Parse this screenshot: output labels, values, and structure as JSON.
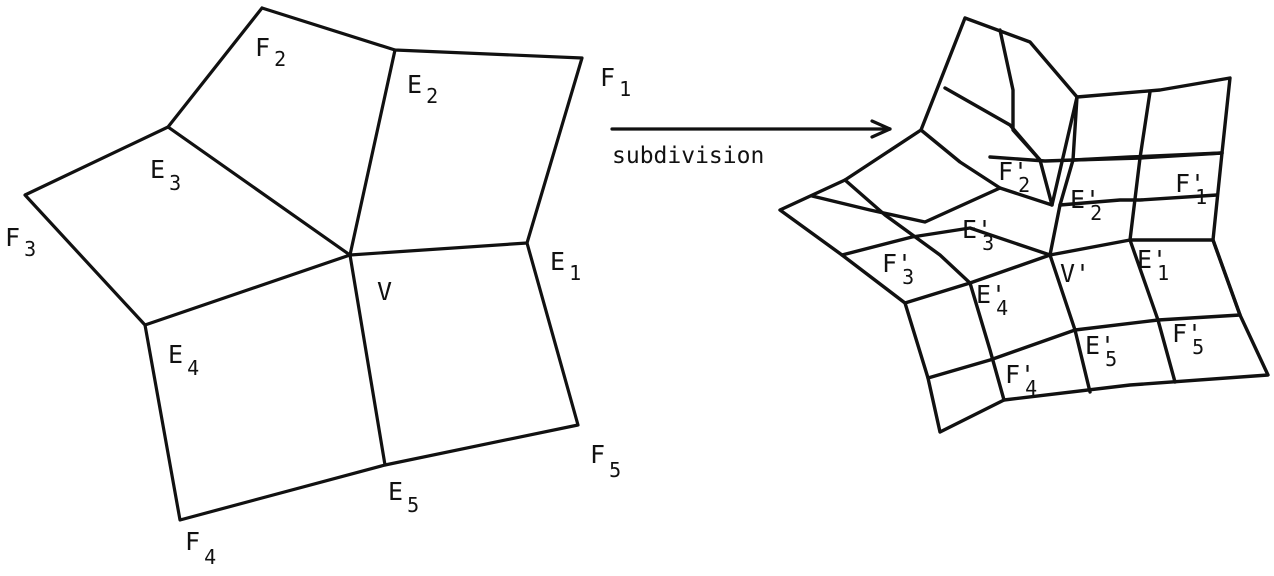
{
  "original_mesh": {
    "vertex_label": "V",
    "face_labels": [
      {
        "base": "F",
        "sub": "1"
      },
      {
        "base": "F",
        "sub": "2"
      },
      {
        "base": "F",
        "sub": "3"
      },
      {
        "base": "F",
        "sub": "4"
      },
      {
        "base": "F",
        "sub": "5"
      }
    ],
    "edge_labels": [
      {
        "base": "E",
        "sub": "1"
      },
      {
        "base": "E",
        "sub": "2"
      },
      {
        "base": "E",
        "sub": "3"
      },
      {
        "base": "E",
        "sub": "4"
      },
      {
        "base": "E",
        "sub": "5"
      }
    ]
  },
  "arrow": {
    "label": "subdivision"
  },
  "subdivided_mesh": {
    "vertex_label": "V'",
    "face_labels": [
      {
        "base": "F'",
        "sub": "1"
      },
      {
        "base": "F'",
        "sub": "2"
      },
      {
        "base": "F'",
        "sub": "3"
      },
      {
        "base": "F'",
        "sub": "4"
      },
      {
        "base": "F'",
        "sub": "5"
      }
    ],
    "edge_labels": [
      {
        "base": "E'",
        "sub": "1"
      },
      {
        "base": "E'",
        "sub": "2"
      },
      {
        "base": "E'",
        "sub": "3"
      },
      {
        "base": "E'",
        "sub": "4"
      },
      {
        "base": "E'",
        "sub": "5"
      }
    ]
  }
}
